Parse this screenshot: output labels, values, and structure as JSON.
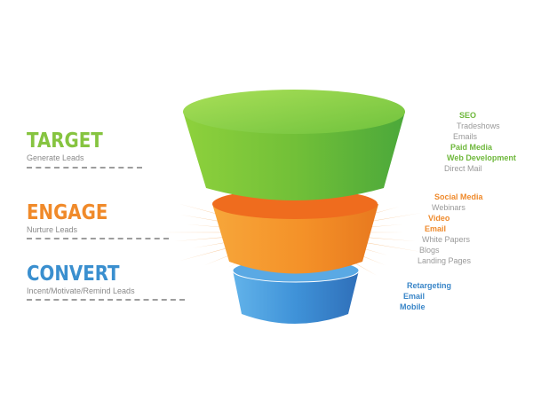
{
  "colors": {
    "target": "#86c440",
    "engage": "#f08a2a",
    "convert": "#3a8fcf",
    "muted_text": "#9a9a9a",
    "rule": "#9d9d9d"
  },
  "stages": [
    {
      "title": "TARGET",
      "subtitle": "Generate Leads",
      "color": "#86c440",
      "tactics": [
        {
          "label": "SEO",
          "highlight": true
        },
        {
          "label": "Tradeshows",
          "highlight": false
        },
        {
          "label": "Emails",
          "highlight": false
        },
        {
          "label": "Paid Media",
          "highlight": true
        },
        {
          "label": "Web Development",
          "highlight": true
        },
        {
          "label": "Direct Mail",
          "highlight": false
        }
      ]
    },
    {
      "title": "ENGAGE",
      "subtitle": "Nurture Leads",
      "color": "#f08a2a",
      "tactics": [
        {
          "label": "Social Media",
          "highlight": true
        },
        {
          "label": "Webinars",
          "highlight": false
        },
        {
          "label": "Video",
          "highlight": true
        },
        {
          "label": "Email",
          "highlight": true
        },
        {
          "label": "White Papers",
          "highlight": false
        },
        {
          "label": "Blogs",
          "highlight": false
        },
        {
          "label": "Landing Pages",
          "highlight": false
        }
      ]
    },
    {
      "title": "CONVERT",
      "subtitle": "Incent/Motivate/Remind Leads",
      "color": "#3a8fcf",
      "tactics": [
        {
          "label": "Retargeting",
          "highlight": true
        },
        {
          "label": "Email",
          "highlight": true
        },
        {
          "label": "Mobile",
          "highlight": true
        }
      ]
    }
  ]
}
